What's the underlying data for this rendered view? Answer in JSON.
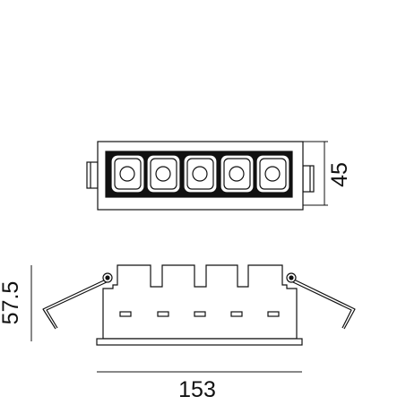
{
  "dimensions": {
    "height_top_view": "45",
    "height_side_view": "57.5",
    "width": "153"
  },
  "colors": {
    "line": "#111111",
    "background": "#ffffff"
  }
}
